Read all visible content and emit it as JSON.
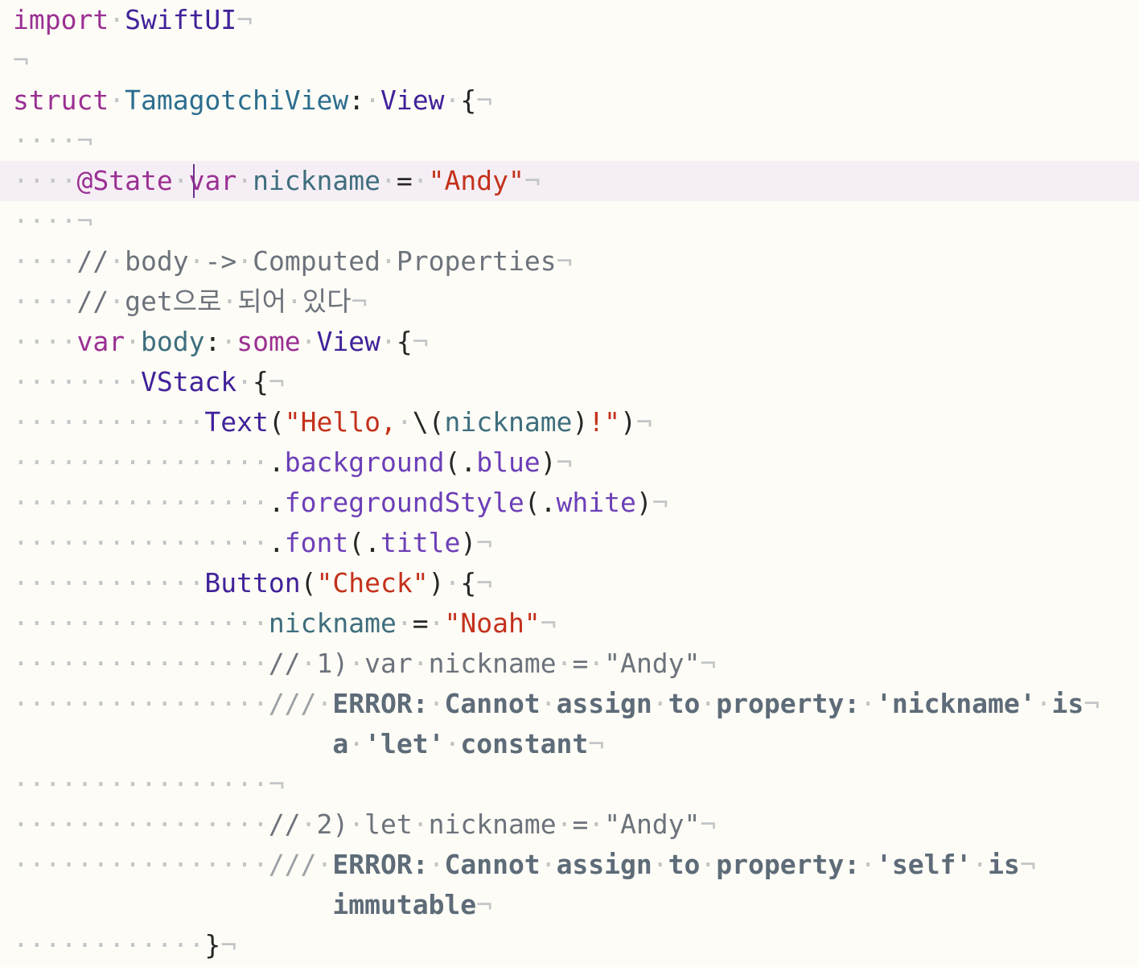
{
  "editor": {
    "language": "Swift",
    "current_line": 5,
    "lines": [
      "import SwiftUI",
      "",
      "struct TamagotchiView: View {",
      "    ",
      "    @State var nickname = \"Andy\"",
      "    ",
      "    // body -> Computed Properties",
      "    // get으로 되어 있다",
      "    var body: some View {",
      "        VStack {",
      "            Text(\"Hello, \\(nickname)!\")",
      "                .background(.blue)",
      "                .foregroundStyle(.white)",
      "                .font(.title)",
      "            Button(\"Check\") {",
      "                nickname = \"Noah\"",
      "                // 1) var nickname = \"Andy\"",
      "                /// ERROR: Cannot assign to property: 'nickname' is",
      "                    a 'let' constant",
      "                ",
      "                // 2) let nickname = \"Andy\"",
      "                /// ERROR: Cannot assign to property: 'self' is",
      "                    immutable",
      "            }"
    ]
  },
  "colors": {
    "background": "#fdfcf6",
    "current_line_highlight": "#f5eff5",
    "keyword": "#9b2f93",
    "type_declaration": "#2c6e8f",
    "type_reference": "#41229a",
    "string": "#c4311c",
    "comment": "#6d737c",
    "invisibles": "#c3c5c8"
  }
}
